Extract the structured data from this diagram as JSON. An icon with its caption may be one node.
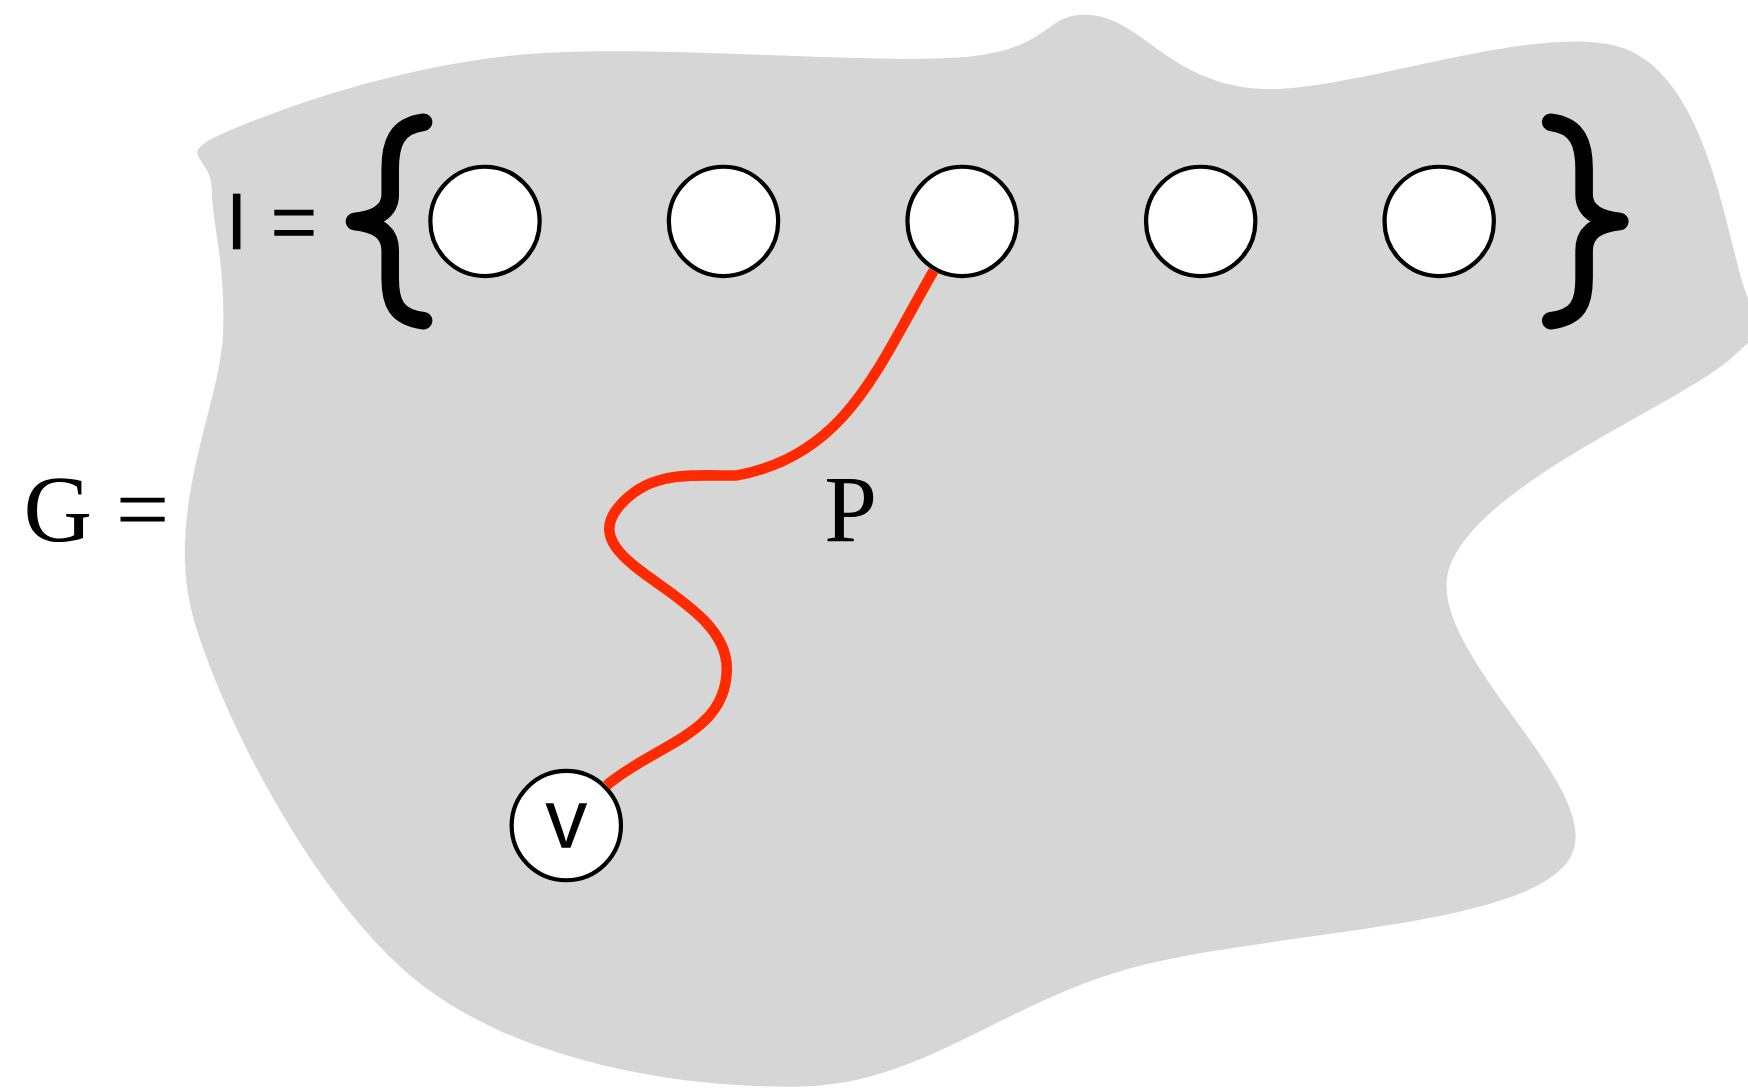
{
  "diagram": {
    "nodes": [
      {
        "text": [],
        "shape": "cloud",
        "beside": [
          "G ="
        ]
      },
      {
        "text": [],
        "shape": "circle",
        "in": 0
      },
      {
        "text": [],
        "shape": "circle",
        "in": 0
      },
      {
        "text": [],
        "shape": "circle",
        "in": 0
      },
      {
        "text": [],
        "shape": "circle",
        "in": 0
      },
      {
        "text": [],
        "shape": "circle",
        "in": 0
      },
      {
        "text": [
          "v"
        ],
        "in": 0
      }
    ],
    "edges": [
      {
        "from": 6,
        "to": 3,
        "arrow": "none",
        "label": "P",
        "color": "#ff2a00"
      }
    ],
    "labels": [
      "I ="
    ]
  }
}
